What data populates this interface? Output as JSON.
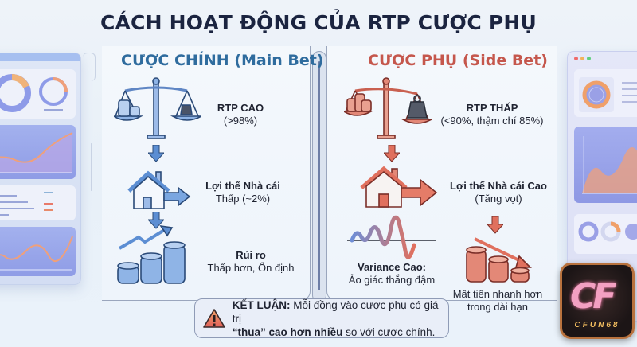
{
  "title": "CÁCH HOẠT ĐỘNG CỦA RTP CƯỢC PHỤ",
  "colors": {
    "main_accent": "#2f6c9e",
    "side_accent": "#c5574c",
    "title": "#1b2440"
  },
  "main_bet": {
    "heading": "CƯỢC CHÍNH (Main Bet)",
    "rtp": {
      "title": "RTP CAO",
      "detail": "(>98%)",
      "icon": "balance-scale-icon"
    },
    "house_edge": {
      "title": "Lợi thế Nhà cái",
      "detail": "Thấp (~2%)",
      "icon": "house-arrow-icon"
    },
    "risk": {
      "title": "Rủi ro",
      "detail": "Thấp hơn, Ổn định",
      "icon": "growing-coins-icon"
    }
  },
  "side_bet": {
    "heading": "CƯỢC PHỤ (Side Bet)",
    "rtp": {
      "title": "RTP THẤP",
      "detail": "(<90%, thậm chí 85%)",
      "icon": "balance-scale-icon"
    },
    "house_edge": {
      "title": "Lợi thế Nhà cái Cao",
      "detail": "(Tăng vọt)",
      "icon": "house-arrow-icon"
    },
    "variance": {
      "title": "Variance Cao:",
      "detail": "Ảo giác thắng đậm",
      "icon": "wave-icon"
    },
    "loss": {
      "line1": "Mất tiền nhanh hơn",
      "line2": "trong dài hạn",
      "icon": "declining-coins-icon"
    }
  },
  "conclusion": {
    "label": "KẾT LUẬN:",
    "text1": " Mỗi đồng vào cược phụ có giá trị",
    "bold2": "“thua” cao hơn nhiều",
    "text2": " so với cược chính.",
    "icon": "warning-icon"
  },
  "logo": {
    "brand": "CFUN68",
    "mark": "CF"
  }
}
